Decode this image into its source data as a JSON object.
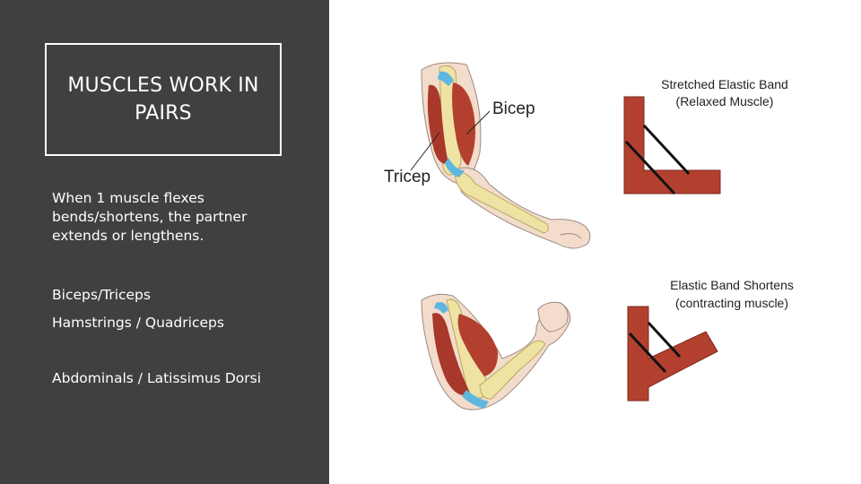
{
  "slide": {
    "title": "MUSCLES WORK IN PAIRS",
    "points": [
      "When 1 muscle flexes bends/shortens, the partner extends or lengthens.",
      "Biceps/Triceps",
      "Hamstrings / Quadriceps",
      "Abdominals / Latissimus Dorsi"
    ]
  },
  "diagram": {
    "label_bicep": "Bicep",
    "label_tricep": "Tricep",
    "band_top_line1": "Stretched Elastic Band",
    "band_top_line2": "(Relaxed Muscle)",
    "band_bottom_line1": "Elastic Band Shortens",
    "band_bottom_line2": "(contracting muscle)"
  },
  "colors": {
    "panel": "#404040",
    "muscle": "#b3402f",
    "bone": "#efe3a4",
    "tendon": "#5fb7e0",
    "skin": "#f3dccb",
    "band_board": "#b3402f"
  }
}
